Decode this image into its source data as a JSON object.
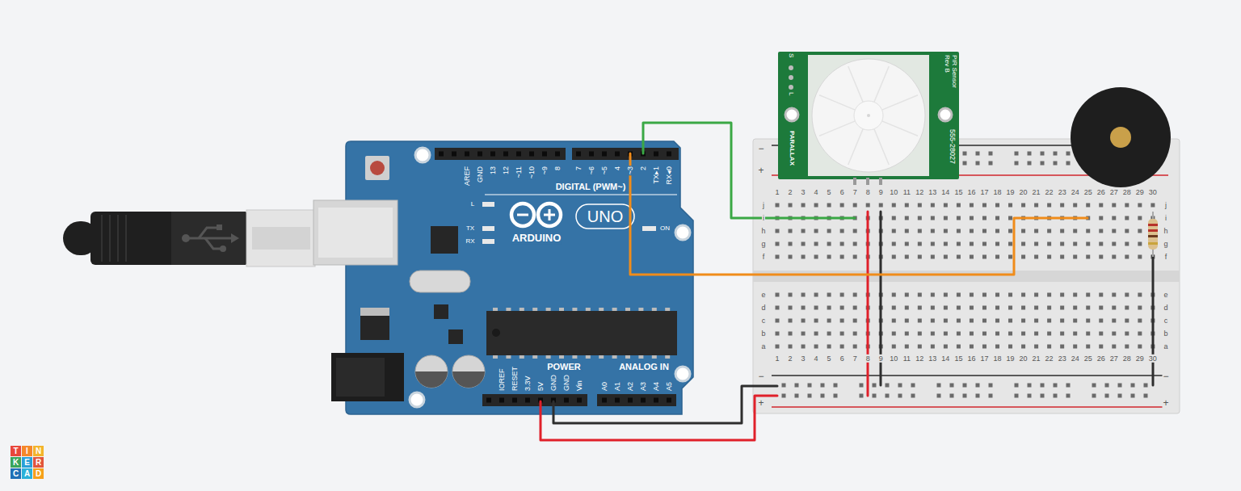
{
  "diagram": {
    "nodes": [
      {
        "text": [
          "AREF",
          "GND",
          "13",
          "12",
          "~11",
          "~10",
          "~9",
          "8",
          "7",
          "~6",
          "~5",
          "4",
          "~3",
          "2",
          "TX▸1",
          "RX◂0",
          "DIGITAL (PWM~)",
          "L",
          "TX",
          "RX",
          "ARDUINO",
          "UNO",
          "ON",
          "IOREF",
          "RESET",
          "3.3V",
          "5V",
          "GND",
          "GND",
          "Vin",
          "POWER",
          "ANALOG IN",
          "A0",
          "A1",
          "A2",
          "A3",
          "A4",
          "A5"
        ]
      },
      {
        "text": [
          "S",
          "L",
          "PIR Sensor Rev B",
          "555-28027",
          "PARALLAX"
        ]
      },
      {
        "text": [
          "−",
          "+",
          "1",
          "2",
          "3",
          "4",
          "5",
          "6",
          "7",
          "8",
          "9",
          "10",
          "11",
          "12",
          "13",
          "14",
          "15",
          "16",
          "17",
          "18",
          "19",
          "20",
          "21",
          "22",
          "23",
          "24",
          "25",
          "26",
          "27",
          "28",
          "29",
          "30",
          "j",
          "i",
          "h",
          "g",
          "f",
          "j",
          "i",
          "h",
          "g",
          "f",
          "e",
          "d",
          "c",
          "b",
          "a",
          "e",
          "d",
          "c",
          "b",
          "a",
          "1",
          "2",
          "3",
          "4",
          "5",
          "6",
          "7",
          "8",
          "9",
          "10",
          "11",
          "12",
          "13",
          "14",
          "15",
          "16",
          "17",
          "18",
          "19",
          "20",
          "21",
          "22",
          "23",
          "24",
          "25",
          "26",
          "27",
          "28",
          "29",
          "30",
          "−",
          "+",
          "−",
          "+"
        ]
      }
    ],
    "edges": [
      {
        "from": 0,
        "to": 2,
        "arrow": "none"
      },
      {
        "from": 0,
        "to": 2,
        "arrow": "none"
      },
      {
        "from": 0,
        "to": 2,
        "arrow": "none"
      },
      {
        "from": 0,
        "to": 2,
        "arrow": "none"
      }
    ],
    "labels": [
      "T",
      "I",
      "N",
      "K",
      "E",
      "R",
      "C",
      "A",
      "D"
    ]
  }
}
